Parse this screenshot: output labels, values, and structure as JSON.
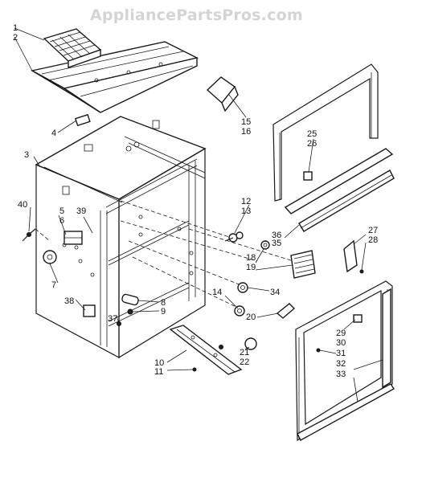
{
  "watermark": "AppliancePartsPros.com",
  "callouts": {
    "c1": "1",
    "c2": "2",
    "c3": "3",
    "c4": "4",
    "c5": "5",
    "c6": "6",
    "c7": "7",
    "c8": "8",
    "c9": "9",
    "c10": "10",
    "c11": "11",
    "c12": "12",
    "c13": "13",
    "c14": "14",
    "c15": "15",
    "c16": "16",
    "c18": "18",
    "c19": "19",
    "c20": "20",
    "c21": "21",
    "c22": "22",
    "c25": "25",
    "c26": "26",
    "c27": "27",
    "c28": "28",
    "c29": "29",
    "c30": "30",
    "c31": "31",
    "c32": "32",
    "c33": "33",
    "c34": "34",
    "c35": "35",
    "c36": "36",
    "c37": "37",
    "c38": "38",
    "c39": "39",
    "c40": "40"
  }
}
